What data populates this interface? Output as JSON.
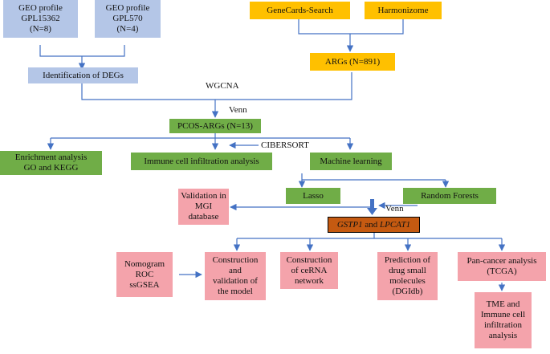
{
  "nodes": {
    "geo1": "GEO profile\nGPL15362\n(N=8)",
    "geo2": "GEO profile\nGPL570\n(N=4)",
    "genecards": "GeneCards-Search",
    "harmonizome": "Harmonizome",
    "degs": "Identification of DEGs",
    "args": "ARGs (N=891)",
    "pcos": "PCOS-ARGs (N=13)",
    "enrich": "Enrichment analysis\nGO and KEGG",
    "immune": "Immune cell infiltration analysis",
    "ml": "Machine learning",
    "lasso": "Lasso",
    "rf": "Random Forests",
    "mgi": "Validation in\nMGI\ndatabase",
    "gene_a": "GSTP1",
    "gene_and": " and ",
    "gene_b": "LPCAT1",
    "nomogram": "Nomogram\nROC\nssGSEA",
    "construct": "Construction\nand\nvalidation of\nthe model",
    "cerna": "Construction\nof ceRNA\nnetwork",
    "drug": "Prediction of\ndrug small\nmolecules\n(DGIdb)",
    "pancancer": "Pan-cancer analysis\n(TCGA)",
    "tme": "TME and\nImmune cell\ninfiltration\nanalysis"
  },
  "labels": {
    "wgcna": "WGCNA",
    "venn1": "Venn",
    "cibersort": "CIBERSORT",
    "venn2": "Venn"
  },
  "colors": {
    "geo_box": "#b4c6e7",
    "source_box": "#ffc000",
    "analysis_box": "#70ad47",
    "output_box": "#f4a3ab",
    "key_genes_box": "#c55a11",
    "arrow": "#4472c4",
    "key_genes_arrow": "#4472c4"
  }
}
